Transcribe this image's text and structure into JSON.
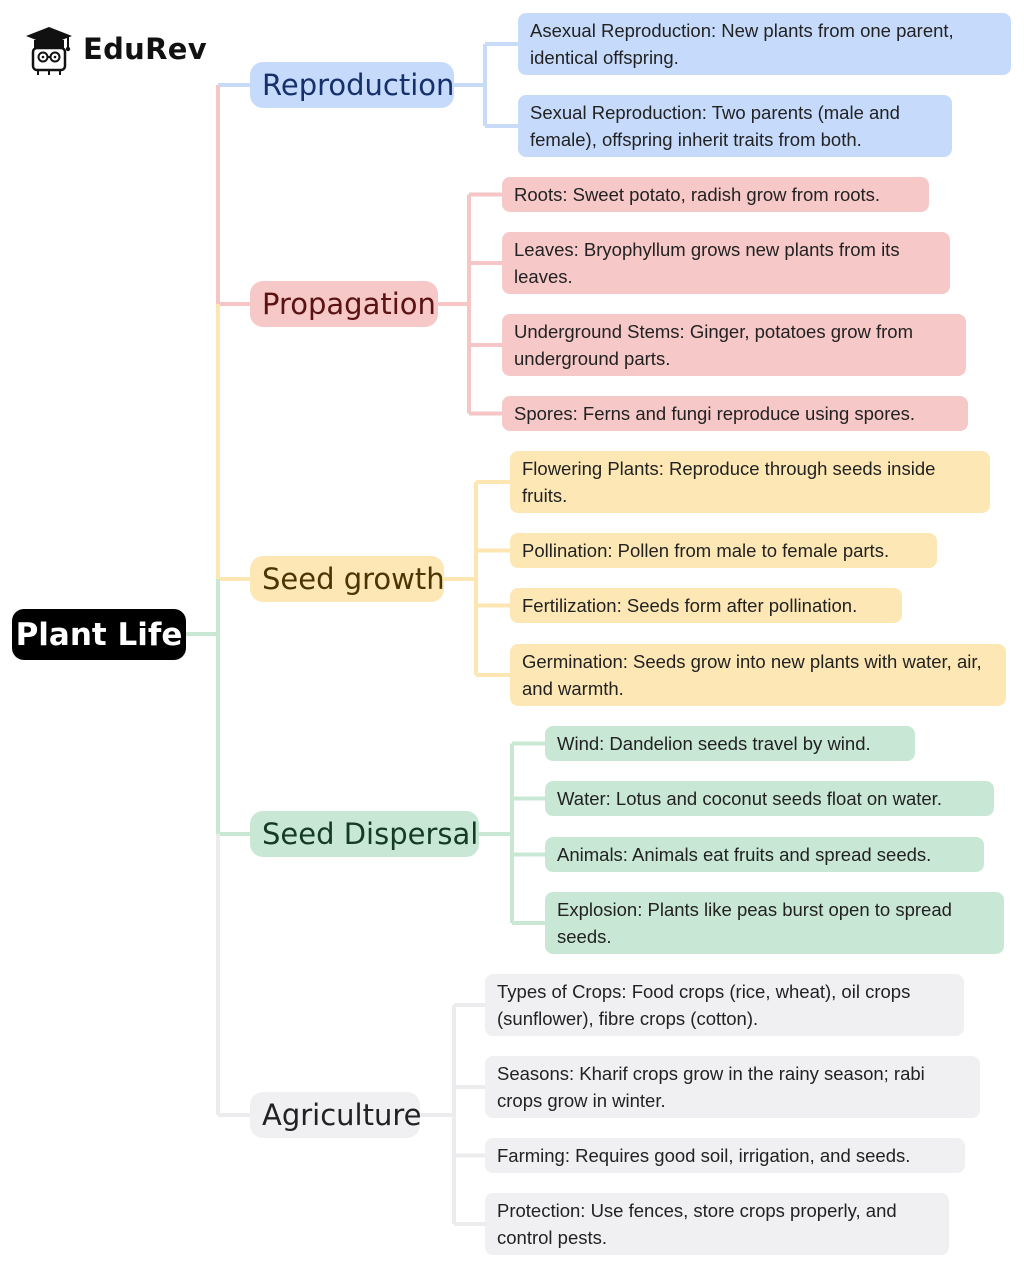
{
  "logo": {
    "brand": "EduRev",
    "icon": "graduate-cap-icon"
  },
  "root": {
    "label": "Plant Life"
  },
  "colors": {
    "reproduction": {
      "line": "#c9dcf7",
      "fill": "#c6dbfb",
      "text": "#15306b"
    },
    "propagation": {
      "line": "#f6c6c6",
      "fill": "#f6c8c8",
      "text": "#5a1212"
    },
    "seed_growth": {
      "line": "#fce6b1",
      "fill": "#fde8b5",
      "text": "#4a3603"
    },
    "seed_dispersal": {
      "line": "#c8e8d4",
      "fill": "#c9e7d5",
      "text": "#143b24"
    },
    "agriculture": {
      "line": "#ececee",
      "fill": "#f0f0f2",
      "text": "#222222"
    }
  },
  "branches": [
    {
      "label": "Reproduction",
      "children": [
        "Asexual Reproduction: New plants from one parent, identical offspring.",
        "Sexual Reproduction: Two parents (male and female), offspring inherit traits from both."
      ]
    },
    {
      "label": "Propagation",
      "children": [
        "Roots: Sweet potato, radish grow from roots.",
        "Leaves: Bryophyllum grows new plants from its leaves.",
        "Underground Stems: Ginger, potatoes grow from underground parts.",
        "Spores: Ferns and fungi reproduce using spores."
      ]
    },
    {
      "label": "Seed growth",
      "children": [
        "Flowering Plants: Reproduce through seeds inside fruits.",
        "Pollination: Pollen from male to female parts.",
        "Fertilization: Seeds form after pollination.",
        "Germination: Seeds grow into new plants with water, air, and warmth."
      ]
    },
    {
      "label": "Seed Dispersal",
      "children": [
        "Wind: Dandelion seeds travel by wind.",
        "Water: Lotus and coconut seeds float on water.",
        "Animals: Animals eat fruits and spread seeds.",
        "Explosion: Plants like peas burst open to spread seeds."
      ]
    },
    {
      "label": "Agriculture",
      "children": [
        "Types of Crops: Food crops (rice, wheat), oil crops (sunflower), fibre crops (cotton).",
        "Seasons: Kharif crops grow in the rainy season; rabi crops grow in winter.",
        "Farming: Requires good soil, irrigation, and seeds.",
        "Protection: Use fences, store crops properly, and control pests."
      ]
    }
  ]
}
